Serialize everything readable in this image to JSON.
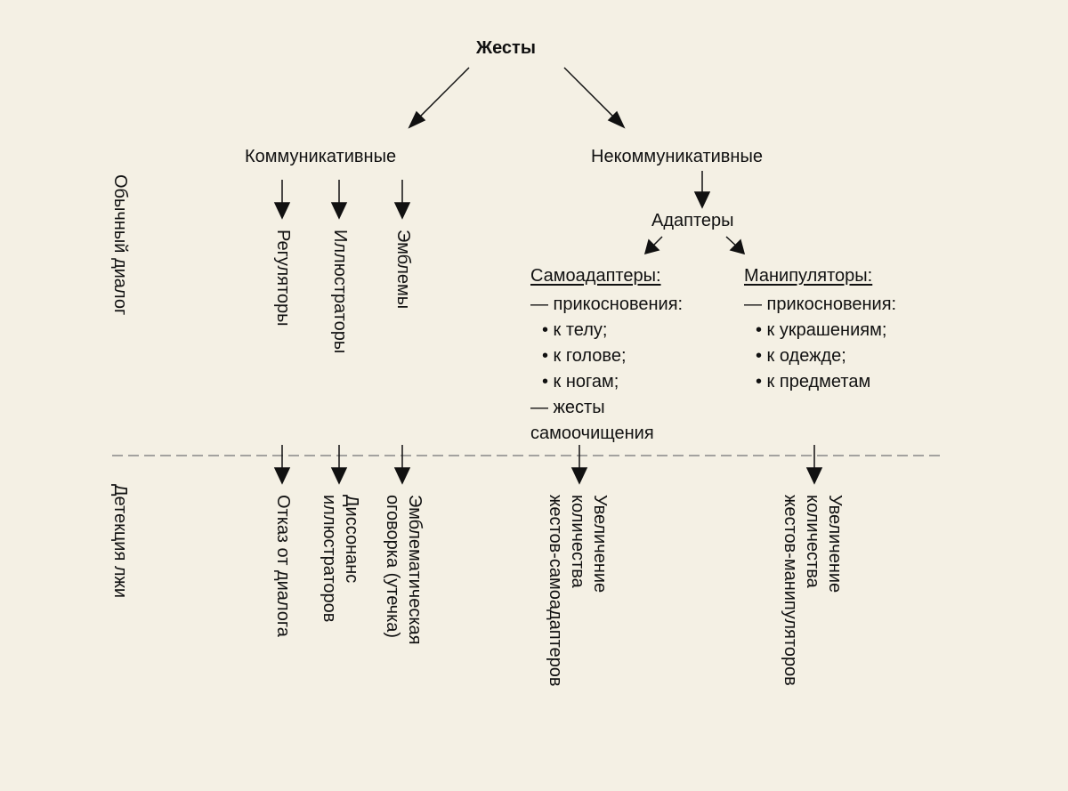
{
  "root": "Жесты",
  "branches": {
    "communicative": "Коммуникативные",
    "noncommunicative": "Некоммуникативные"
  },
  "rows": {
    "normal": "Обычный диалог",
    "lie": "Детекция лжи"
  },
  "communicative_types": {
    "regulators": "Регуляторы",
    "illustrators": "Иллюстраторы",
    "emblems": "Эмблемы"
  },
  "adapters": {
    "title": "Адаптеры",
    "self": {
      "title": "Самоадаптеры:",
      "lines": [
        "— прикосновения:",
        "• к телу;",
        "• к голове;",
        "• к ногам;",
        "— жесты",
        "самоочищения"
      ]
    },
    "manip": {
      "title": "Манипуляторы:",
      "lines": [
        "— прикосновения:",
        "• к украшениям;",
        "• к одежде;",
        "• к предметам"
      ]
    }
  },
  "lie_signs": {
    "regulators": [
      "Отказ от диалога"
    ],
    "illustrators": [
      "Диссонанс",
      "иллюстраторов"
    ],
    "emblems": [
      "Эмблематическая",
      "оговорка (утечка)"
    ],
    "self": [
      "Увеличение",
      "количества",
      "жестов-самоадаптеров"
    ],
    "manip": [
      "Увеличение",
      "количества",
      "жестов-манипуляторов"
    ]
  }
}
